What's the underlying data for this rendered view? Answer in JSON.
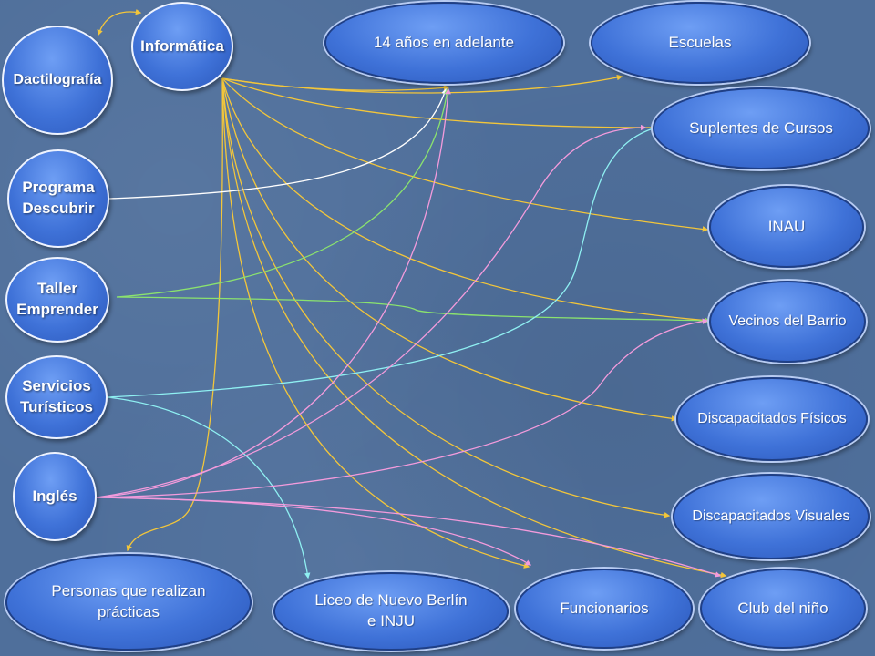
{
  "colors": {
    "yellow": "#f3c63a",
    "white": "#ffffff",
    "green": "#8be36e",
    "cyan": "#8ff0f2",
    "pink": "#f39bdc",
    "nodeFill": "#3f72d8"
  },
  "nodes": {
    "informatica": "Informática",
    "dactilografia": "Dactilografía",
    "programa_descubrir": "Programa\nDescubrir",
    "taller_emprender": "Taller\nEmprender",
    "servicios_turisticos": "Servicios\nTurísticos",
    "ingles": "Inglés",
    "catorce_anos": "14 años en adelante",
    "escuelas": "Escuelas",
    "suplentes": "Suplentes de Cursos",
    "inau": "INAU",
    "vecinos": "Vecinos del Barrio",
    "disc_fisicos": "Discapacitados Físicos",
    "disc_visuales": "Discapacitados Visuales",
    "personas_practicas": "Personas que realizan\nprácticas",
    "liceo": "Liceo de Nuevo Berlín\ne INJU",
    "funcionarios": "Funcionarios",
    "club_nino": "Club del niño"
  }
}
